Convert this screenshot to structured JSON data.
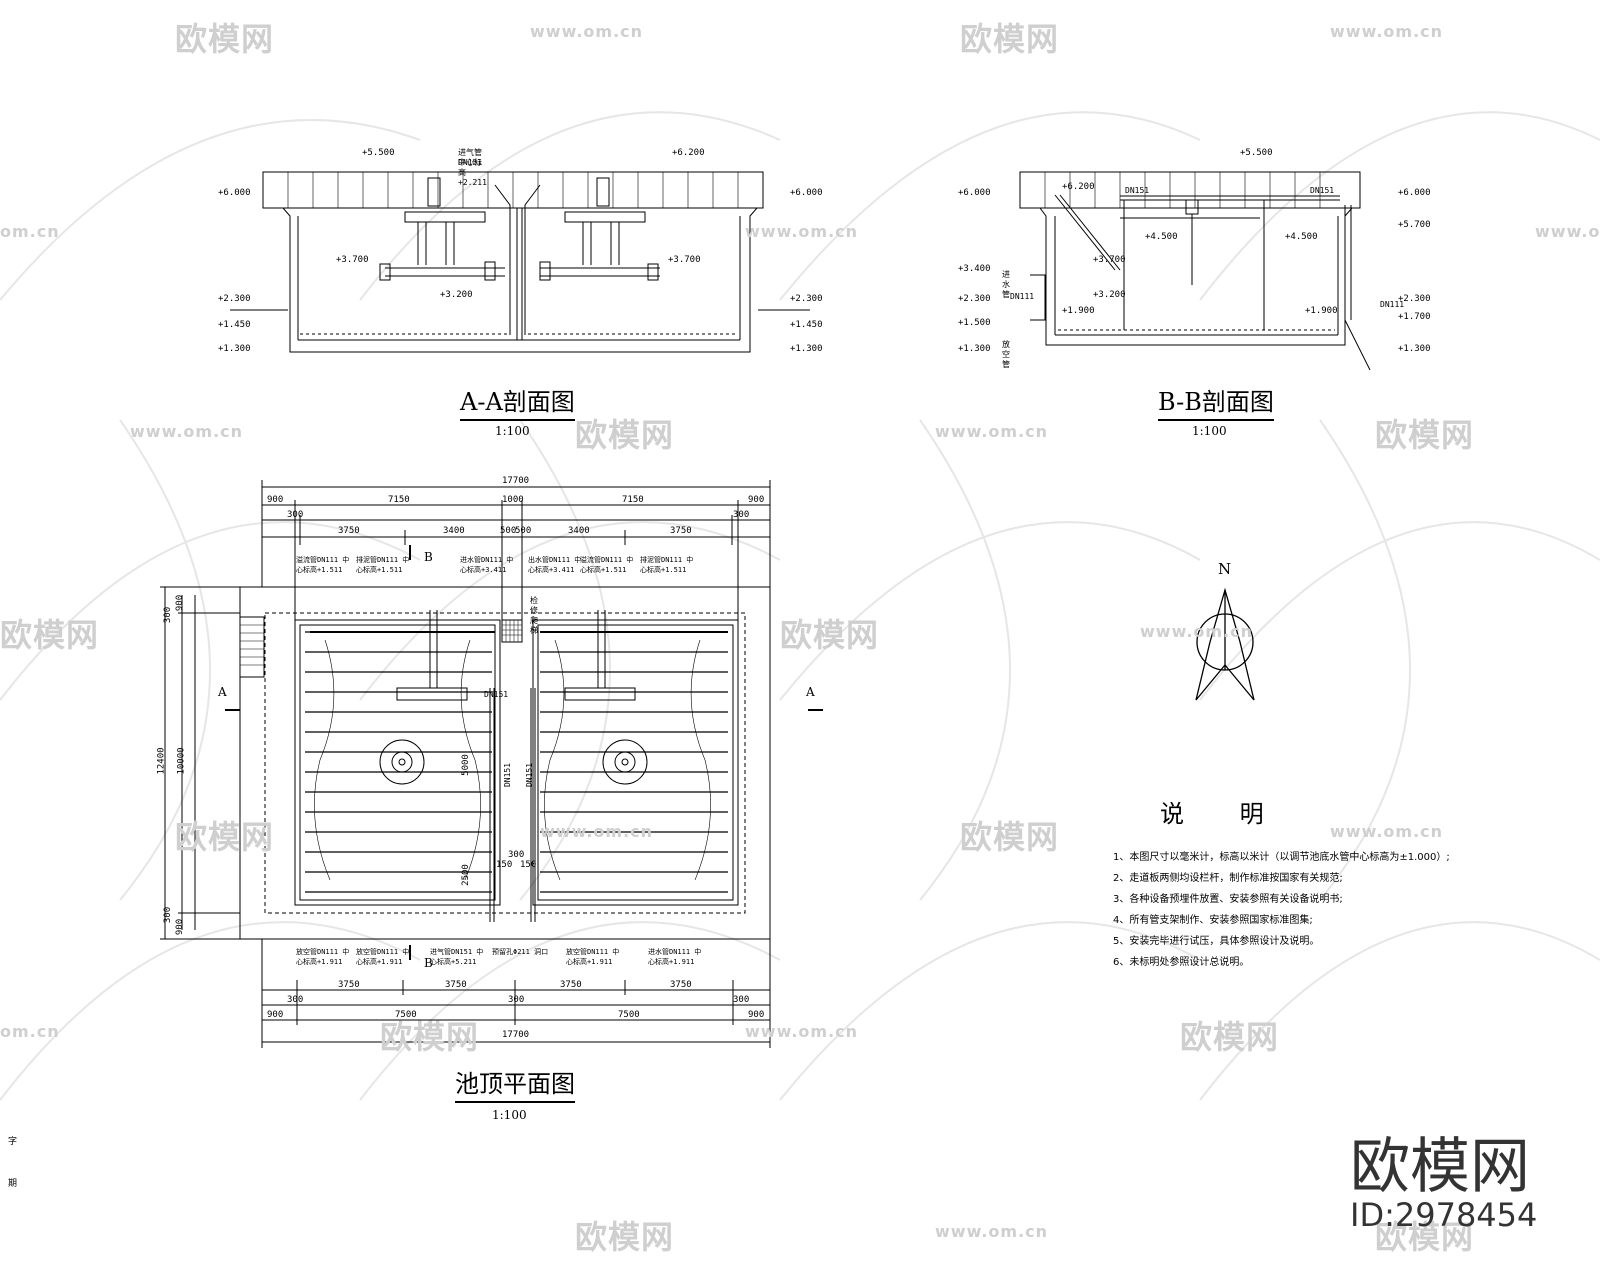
{
  "watermarks": {
    "logo": "欧模网",
    "url": "www.om.cn",
    "url_short": "om.cn"
  },
  "section_aa": {
    "title": "A-A剖面图",
    "scale": "1:100",
    "elevations": [
      "+5.500",
      "+6.200",
      "+6.000",
      "+6.000",
      "+3.700",
      "+3.700",
      "+3.200",
      "+2.300",
      "+2.300",
      "+1.450",
      "+1.450",
      "+1.300",
      "+1.300"
    ],
    "pipe_labels": [
      "进气管DN151",
      "中心标高+2.211"
    ]
  },
  "section_bb": {
    "title": "B-B剖面图",
    "scale": "1:100",
    "elevations": [
      "+5.500",
      "+6.200",
      "+6.000",
      "+6.000",
      "+5.700",
      "+4.500",
      "+4.500",
      "+3.700",
      "+3.400",
      "+3.200",
      "+2.300",
      "+2.300",
      "+1.900",
      "+1.900",
      "+1.500",
      "+1.700",
      "+1.300",
      "+1.300"
    ],
    "pipe_labels": [
      "DN151",
      "DN151",
      "DN111",
      "DN111",
      "进水管",
      "放空管"
    ]
  },
  "plan": {
    "title": "池顶平面图",
    "scale": "1:100",
    "top_dims": {
      "total": "17700",
      "row1": [
        "900",
        "7150",
        "1000",
        "7150",
        "900"
      ],
      "row2": [
        "300",
        "300"
      ],
      "row3": [
        "3750",
        "3400",
        "500",
        "500",
        "3400",
        "3750"
      ]
    },
    "bottom_dims": {
      "row1": [
        "3750",
        "3750",
        "3750",
        "3750"
      ],
      "row2": [
        "300",
        "300",
        "300"
      ],
      "row3": [
        "900",
        "7500",
        "7500",
        "900"
      ],
      "total": "17700"
    },
    "left_dims": {
      "total": "12400",
      "inner": "10000",
      "parts": [
        "900",
        "300",
        "300",
        "900"
      ]
    },
    "inner_dims": [
      "5000",
      "2500",
      "300",
      "150",
      "150"
    ],
    "section_marks": [
      "B",
      "B",
      "A",
      "A"
    ],
    "top_labels": [
      "溢流管DN111 中心标高+1.511",
      "排泥管DN111 中心标高+1.511",
      "进水管DN111 中心标高+3.411",
      "出水管DN111 中心标高+3.411",
      "溢流管DN111 中心标高+1.511",
      "排泥管DN111 中心标高+1.511"
    ],
    "bottom_labels": [
      "放空管DN111 中心标高+1.911",
      "放空管DN111 中心标高+1.911",
      "进气管DN151 中心标高+5.211",
      "预留孔Φ211 洞口",
      "放空管DN111 中心标高+1.911",
      "进水管DN111 中心标高+1.911"
    ],
    "pipe_tags": [
      "DN151",
      "DN151",
      "DN151"
    ],
    "hatch_label": "检修爬梯"
  },
  "north": {
    "label": "N"
  },
  "notes": {
    "title": "说 明",
    "items": [
      "1、本图尺寸以毫米计，标高以米计（以调节池底水管中心标高为±1.000）;",
      "2、走道板两侧均设栏杆，制作标准按国家有关规范;",
      "3、各种设备预埋件放置、安装参照有关设备说明书;",
      "4、所有管支架制作、安装参照国家标准图集;",
      "5、安装完毕进行试压，具体参照设计及说明。",
      "6、未标明处参照设计总说明。"
    ]
  },
  "brand": {
    "name": "欧模网",
    "id": "ID:2978454"
  },
  "margin_text": [
    "字",
    "期"
  ]
}
